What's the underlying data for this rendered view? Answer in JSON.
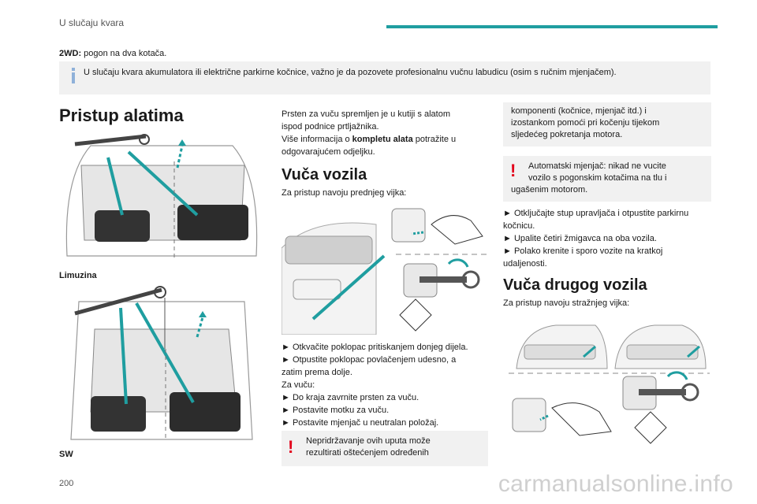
{
  "header": {
    "section_title": "U slučaju kvara"
  },
  "intro": {
    "bold": "2WD:",
    "text": " pogon na dva kotača."
  },
  "info": {
    "text": "U slučaju kvara akumulatora ili električne parkirne kočnice, važno je da pozovete profesionalnu vučnu labudicu (osim s ručnim mjenjačem)."
  },
  "col1": {
    "heading": "Pristup alatima",
    "caption1": "Limuzina",
    "caption2": "SW"
  },
  "col2": {
    "p1_line1": "Prsten za vuču spremljen je u kutiji s alatom",
    "p1_line2": "ispod podnice prtljažnika.",
    "p1_line3a": "Više informacija o ",
    "p1_line3b": "kompletu alata",
    "p1_line3c": " potražite u",
    "p1_line4": "odgovarajućem odjeljku.",
    "heading": "Vuča vozila",
    "lead": "Za pristup navoju prednjeg vijka:",
    "s1": "► Otkvačite poklopac pritiskanjem donjeg dijela.",
    "s2": "► Otpustite poklopac povlačenjem udesno, a",
    "s2b": "zatim prema dolje.",
    "za_vucu": "Za vuču:",
    "s3": "► Do kraja zavrnite prsten za vuču.",
    "s4": "► Postavite motku za vuču.",
    "s5": "► Postavite mjenjač u neutralan položaj.",
    "warn_l1": "Nepridržavanje ovih uputa može",
    "warn_l2": "rezultirati oštećenjem određenih"
  },
  "col3": {
    "w1_l1": "komponenti (kočnice, mjenjač itd.) i",
    "w1_l2": "izostankom pomoći pri kočenju tijekom",
    "w1_l3": "sljedećeg pokretanja motora.",
    "w2_l1": "Automatski mjenjač: nikad ne vucite",
    "w2_l2": "vozilo s pogonskim kotačima na tlu i",
    "w2_l3": "ugašenim motorom.",
    "s1": "► Otključajte stup upravljača i otpustite parkirnu",
    "s1b": "kočnicu.",
    "s2": "► Upalite četiri žmigavca na oba vozila.",
    "s3": "► Polako krenite i sporo vozite na kratkoj",
    "s3b": "udaljenosti.",
    "heading": "Vuča drugog vozila",
    "lead": "Za pristup navoju stražnjeg vijka:"
  },
  "footer": {
    "page_number": "200",
    "watermark": "carmanualsonline.info"
  },
  "colors": {
    "accent": "#1f9ea0",
    "warning": "#e2001a",
    "info_icon": "#8fb1d9",
    "box_bg": "#f1f1f1"
  }
}
